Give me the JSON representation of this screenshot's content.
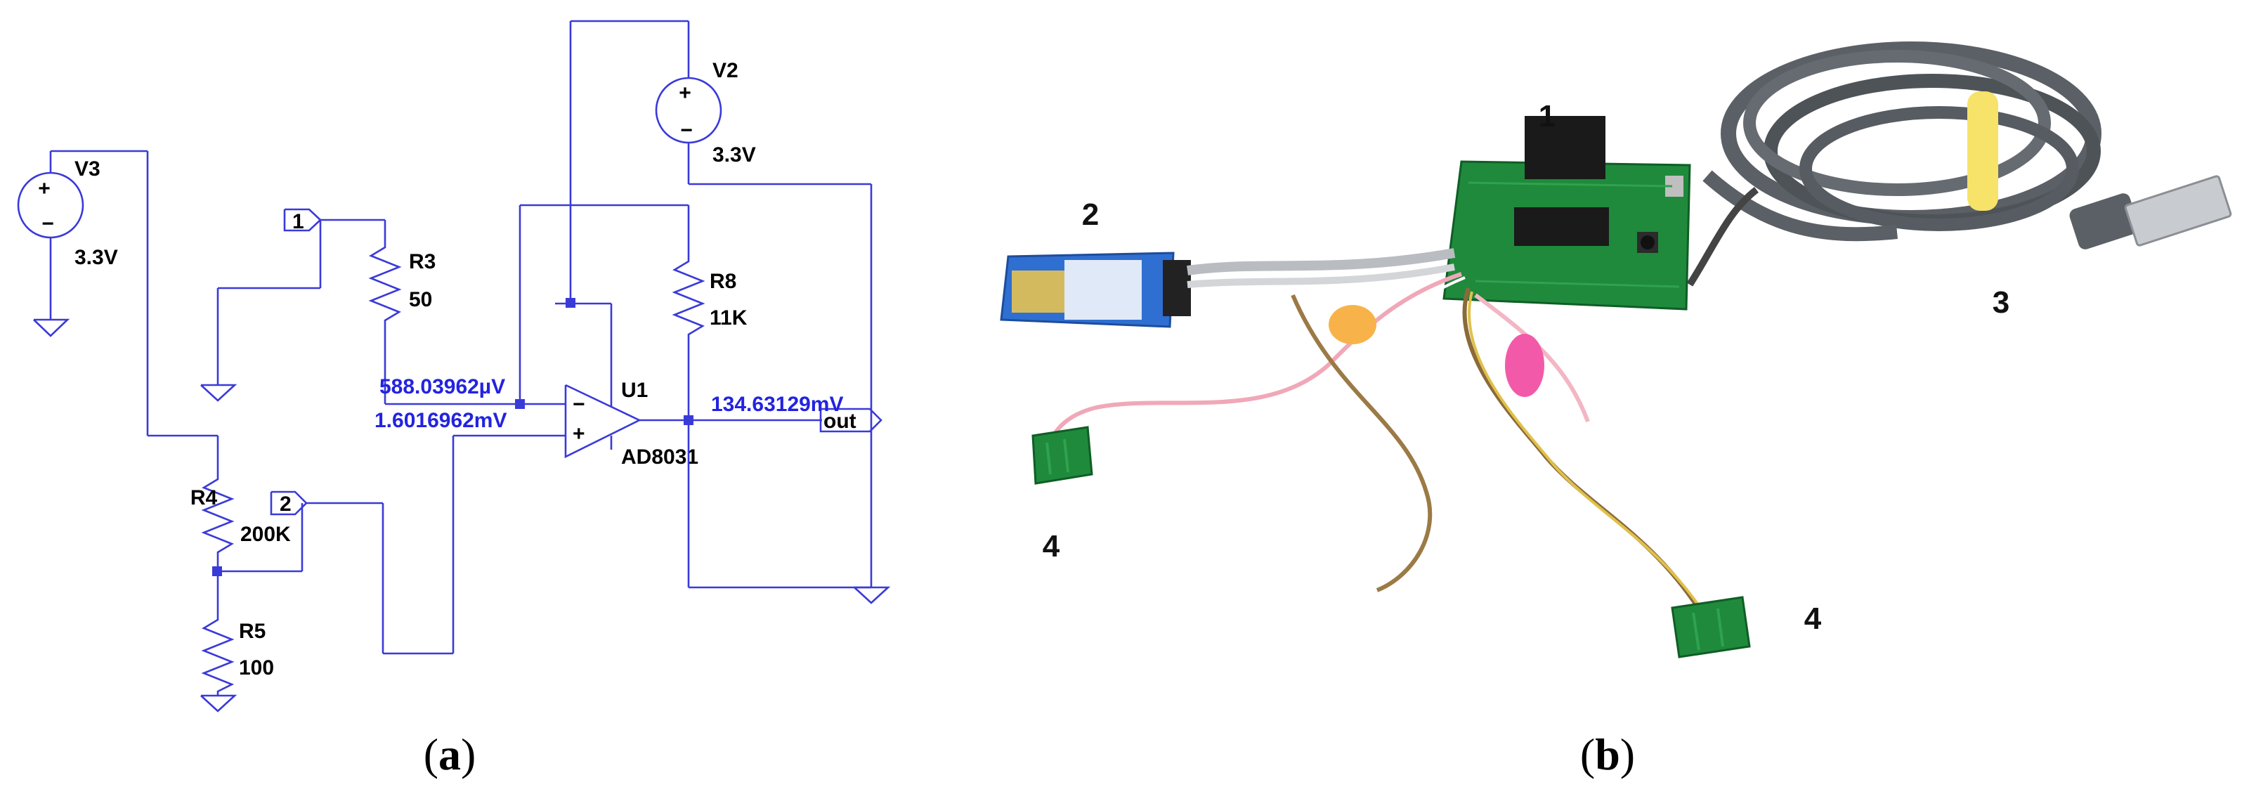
{
  "panel_a": {
    "caption_open": "(",
    "caption_letter": "a",
    "caption_close": ")",
    "sources": {
      "v3": {
        "name": "V3",
        "value": "3.3V"
      },
      "v2": {
        "name": "V2",
        "value": "3.3V"
      }
    },
    "resistors": {
      "r3": {
        "name": "R3",
        "value": "50"
      },
      "r8": {
        "name": "R8",
        "value": "11K"
      },
      "r4": {
        "name": "R4",
        "value": "200K"
      },
      "r5": {
        "name": "R5",
        "value": "100"
      }
    },
    "opamp": {
      "name": "U1",
      "model": "AD8031",
      "minus": "−",
      "plus": "+"
    },
    "source_sign_plus": "+",
    "source_sign_minus": "−",
    "ports": {
      "p1": "1",
      "p2": "2",
      "out": "out"
    },
    "measurements": {
      "inverting_node": "588.03962µV",
      "noninverting_node": "1.6016962mV",
      "output_node": "134.63129mV"
    }
  },
  "panel_b": {
    "caption_open": "(",
    "caption_letter": "b",
    "caption_close": ")",
    "callouts": {
      "c1": "1",
      "c2": "2",
      "c3": "3",
      "c4a": "4",
      "c4b": "4"
    }
  },
  "colors": {
    "wire": "#3a3ad9",
    "measurement_text": "#2323e0",
    "pcb_green": "#1f8a3b",
    "cable_gray": "#5b6066",
    "bluetooth_module_blue": "#2f6fd1",
    "tie_yellow": "#f7d35a",
    "tie_pink": "#f25aa9"
  }
}
